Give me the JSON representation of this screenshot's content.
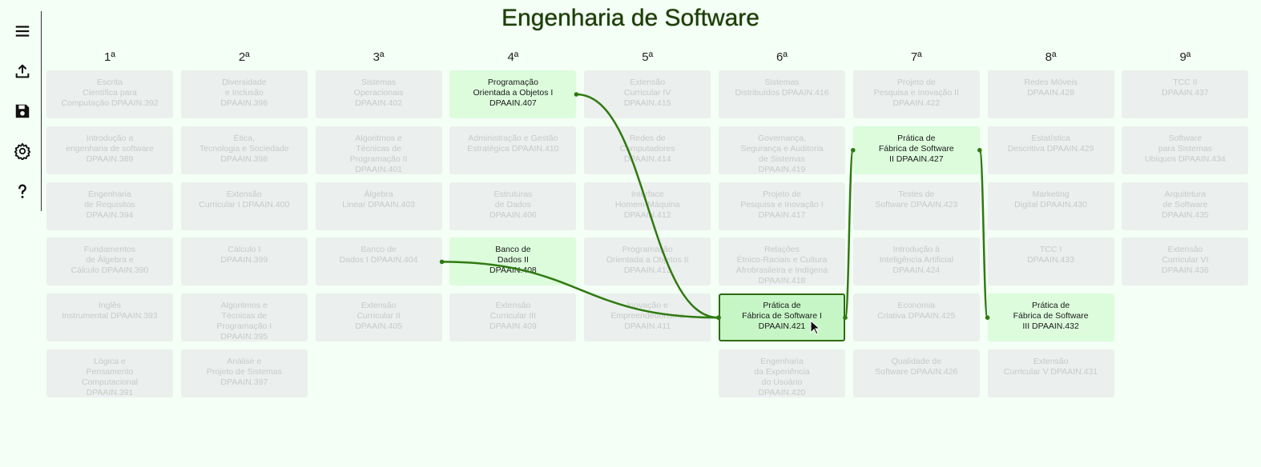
{
  "title": "Engenharia de Software",
  "sidebar": {
    "items": [
      {
        "name": "menu-icon"
      },
      {
        "name": "upload-icon"
      },
      {
        "name": "save-icon"
      },
      {
        "name": "gear-icon"
      },
      {
        "name": "help-icon"
      }
    ]
  },
  "colors": {
    "background": "#f4fff6",
    "link": "#2f7a10",
    "highlight": "#dcfcdc",
    "selected": "#c6f6c6",
    "inactive": "#ebefed"
  },
  "semesters": [
    {
      "label": "1ª",
      "courses": [
        "Escrita\nCientífica para\nComputação DPAAIN.392",
        "Introdução a\nengenharia de software\nDPAAIN.389",
        "Engenharia\nde Requisitos\nDPAAIN.394",
        "Fundamentos\nde Álgebra e\nCálculo DPAAIN.390",
        "Inglês\nInstrumental DPAAIN.393",
        "Lógica e\nPensamento\nComputacional DPAAIN.391"
      ]
    },
    {
      "label": "2ª",
      "courses": [
        "Diversidade\ne Inclusão\nDPAAIN.396",
        "Ética,\nTecnologia e Sociedade\nDPAAIN.398",
        "Extensão\nCurricular I DPAAIN.400",
        "Cálculo I\nDPAAIN.399",
        "Algoritmos e\nTécnicas de\nProgramação I DPAAIN.395",
        "Análise e\nProjeto de Sistemas\nDPAAIN.397"
      ]
    },
    {
      "label": "3ª",
      "courses": [
        "Sistemas\nOperacionais DPAAIN.402",
        "Algoritmos e\nTécnicas de\nProgramação II\nDPAAIN.401",
        "Álgebra\nLinear DPAAIN.403",
        "Banco de\nDados I DPAAIN.404",
        "Extensão\nCurricular II\nDPAAIN.405"
      ]
    },
    {
      "label": "4ª",
      "courses": [
        "Programação\nOrientada a Objetos I\nDPAAIN.407",
        "Administração e Gestão\nEstratégica DPAAIN.410",
        "Estruturas\nde Dados\nDPAAIN.406",
        "Banco de\nDados II\nDPAAIN.408",
        "Extensão\nCurricular III\nDPAAIN.409"
      ]
    },
    {
      "label": "5ª",
      "courses": [
        "Extensão\nCurricular IV\nDPAAIN.415",
        "Redes de\nComputadores DPAAIN.414",
        "Interface\nHomem-Máquina DPAAIN.412",
        "Programação\nOrientada a Objetos II\nDPAAIN.413",
        "Inovação e\nEmpreendedorismo DPAAIN.411"
      ]
    },
    {
      "label": "6ª",
      "courses": [
        "Sistemas\nDistribuídos DPAAIN.416",
        "Governança,\nSegurança e Auditoria\nde Sistemas\nDPAAIN.419",
        "Projeto de\nPesquisa e Inovação I\nDPAAIN.417",
        "Relações\nÉtnico-Raciais e Cultura\nAfrobrasileira e Indígena\nDPAAIN.418",
        "Prática de\nFábrica de Software I\nDPAAIN.421",
        "Engenharia\nda Experiência\ndo Usuário\nDPAAIN.420"
      ]
    },
    {
      "label": "7ª",
      "courses": [
        "Projeto de\nPesquisa e Inovação II\nDPAAIN.422",
        "Prática de\nFábrica de Software\nII DPAAIN.427",
        "Testes de\nSoftware DPAAIN.423",
        "Introdução à\nInteligência Artificial\nDPAAIN.424",
        "Economia\nCriativa DPAAIN.425",
        "Qualidade de\nSoftware DPAAIN.426"
      ]
    },
    {
      "label": "8ª",
      "courses": [
        "Redes Móveis\nDPAAIN.428",
        "Estatística\nDescritiva DPAAIN.429",
        "Marketing\nDigital DPAAIN.430",
        "TCC I\nDPAAIN.433",
        "Prática de\nFábrica de Software\nIII DPAAIN.432",
        "Extensão\nCurricular V DPAAIN.431"
      ]
    },
    {
      "label": "9ª",
      "courses": [
        "TCC II\nDPAAIN.437",
        "Software\npara Sistemas\nUbíquos DPAAIN.434",
        "Arquitetura\nde Software\nDPAAIN.435",
        "Extensão\nCurricular VI\nDPAAIN.436"
      ]
    }
  ],
  "highlighted": [
    "3-3",
    "3-0",
    "5-4",
    "6-1",
    "7-4"
  ],
  "selected": "5-4",
  "links": [
    {
      "from": "3-0",
      "to": "5-4"
    },
    {
      "from": "2-3",
      "to": "5-4"
    },
    {
      "from": "5-4",
      "to": "6-1"
    },
    {
      "from": "6-1",
      "to": "7-4"
    }
  ]
}
